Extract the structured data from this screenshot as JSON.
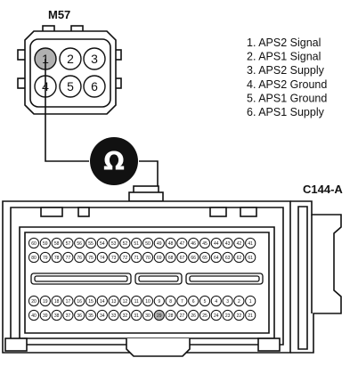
{
  "connector_m57": {
    "id": "M57",
    "pins": [
      "1",
      "2",
      "3",
      "4",
      "5",
      "6"
    ],
    "probe_pin": "1"
  },
  "connector_c144a": {
    "id": "C144-A",
    "top_row_1": [
      "60",
      "59",
      "58",
      "57",
      "56",
      "55",
      "54",
      "53",
      "52",
      "51",
      "50",
      "49",
      "48",
      "47",
      "46",
      "45",
      "44",
      "43",
      "42",
      "41"
    ],
    "top_row_2": [
      "80",
      "79",
      "78",
      "77",
      "76",
      "75",
      "74",
      "73",
      "72",
      "71",
      "70",
      "69",
      "68",
      "67",
      "66",
      "65",
      "64",
      "63",
      "62",
      "61"
    ],
    "bottom_row_1": [
      "20",
      "19",
      "18",
      "17",
      "16",
      "15",
      "14",
      "13",
      "12",
      "11",
      "10",
      "9",
      "8",
      "7",
      "6",
      "5",
      "4",
      "3",
      "2",
      "1"
    ],
    "bottom_row_2": [
      "40",
      "39",
      "38",
      "37",
      "36",
      "35",
      "34",
      "33",
      "32",
      "31",
      "30",
      "29",
      "28",
      "27",
      "26",
      "25",
      "24",
      "23",
      "22",
      "21"
    ],
    "probe_pin": "29"
  },
  "meter": {
    "symbol": "Ω"
  },
  "legend": [
    "1. APS2 Signal",
    "2. APS1 Signal",
    "3. APS2 Supply",
    "4. APS2 Ground",
    "5. APS1 Ground",
    "6. APS1 Supply"
  ],
  "colors": {
    "probe_pin": "#b0b0b0",
    "meter": "#111111",
    "meter_symbol": "#ffffff"
  }
}
